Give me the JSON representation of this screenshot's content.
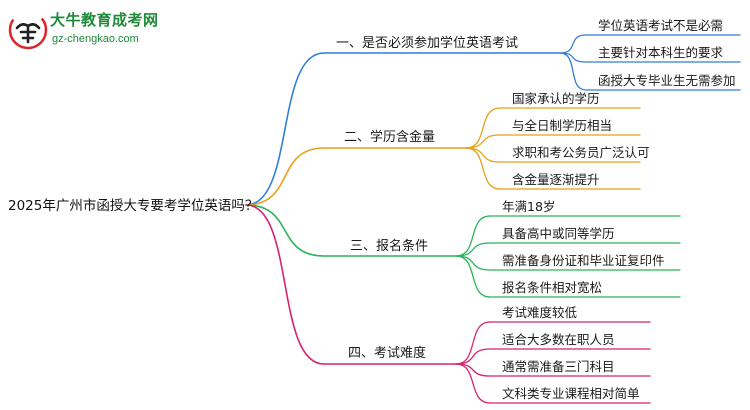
{
  "logo": {
    "brand": "大牛教育成考网",
    "domain": "gz-chengkao.com",
    "colors": {
      "brand": "#1f8a3a",
      "mark_red": "#d8262b",
      "mark_dark": "#222222"
    }
  },
  "mindmap": {
    "root": "2025年广州市函授大专要考学位英语吗？",
    "branches": [
      {
        "label": "一、是否必须参加学位英语考试",
        "color": "#2f7fd8",
        "leaves": [
          "学位英语考试不是必需",
          "主要针对本科生的要求",
          "函授大专毕业生无需参加"
        ]
      },
      {
        "label": "二、学历含金量",
        "color": "#e6a117",
        "leaves": [
          "国家承认的学历",
          "与全日制学历相当",
          "求职和考公务员广泛认可",
          "含金量逐渐提升"
        ]
      },
      {
        "label": "三、报名条件",
        "color": "#2cb35a",
        "leaves": [
          "年满18岁",
          "具备高中或同等学历",
          "需准备身份证和毕业证复印件",
          "报名条件相对宽松"
        ]
      },
      {
        "label": "四、考试难度",
        "color": "#d6226f",
        "leaves": [
          "考试难度较低",
          "适合大多数在职人员",
          "通常需准备三门科目",
          "文科类专业课程相对简单"
        ]
      }
    ]
  }
}
